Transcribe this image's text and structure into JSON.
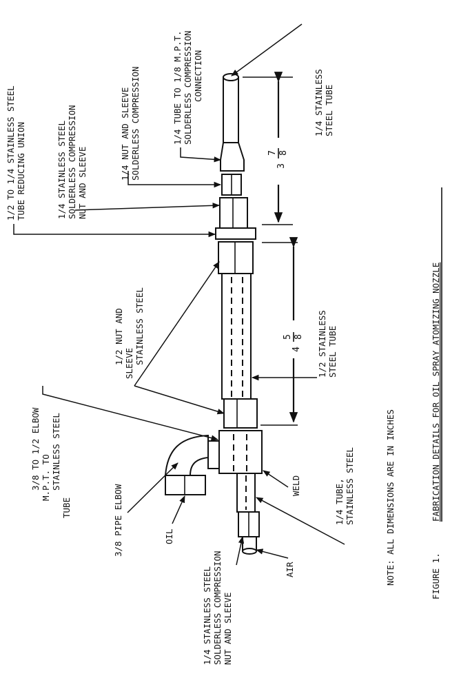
{
  "figure": {
    "caption": "FIGURE 1.",
    "title": "FABRICATION DETAILS FOR OIL SPRAY ATOMIZING NOZZLE",
    "note": "NOTE:  ALL DIMENSIONS ARE IN INCHES"
  },
  "labels": {
    "reducing_union": [
      "1/2 TO 1/4 STAINLESS STEEL",
      "TUBE REDUCING UNION"
    ],
    "top_nut_sleeve": [
      "1/4 STAINLESS STEEL",
      "SOLDERLESS COMPRESSION",
      "NUT AND SLEEVE"
    ],
    "nut_sleeve_compression": [
      "1/4 NUT AND SLEEVE",
      "SOLDERLESS COMPRESSION"
    ],
    "mpt_connection": [
      "1/4 TUBE TO 1/8 M.P.T.",
      "SOLDERLESS COMPRESSION",
      "CONNECTION"
    ],
    "top_tube": [
      "1/4 STAINLESS",
      "STEEL TUBE"
    ],
    "half_nut_sleeve": [
      "1/2 NUT AND",
      "SLEEVE",
      "STAINLESS STEEL"
    ],
    "half_tube": [
      "1/2 STAINLESS",
      "STEEL TUBE"
    ],
    "elbow": [
      "3/8 TO 1/2 ELBOW",
      "M.P.T. TO",
      "STAINLESS STEEL",
      "TUBE"
    ],
    "pipe_elbow": "3/8 PIPE ELBOW",
    "oil": "OIL",
    "weld": "WELD",
    "bottom_tube": [
      "1/4 TUBE,",
      "STAINLESS STEEL"
    ],
    "bottom_nut_sleeve": [
      "1/4 STAINLESS STEEL",
      "SOLDERLESS COMPRESSION",
      "NUT AND SLEEVE"
    ],
    "air": "AIR"
  },
  "dimensions": {
    "top": {
      "whole": "3",
      "numerator": "7",
      "denominator": "8"
    },
    "middle": {
      "whole": "4",
      "numerator": "5",
      "denominator": "8"
    }
  }
}
